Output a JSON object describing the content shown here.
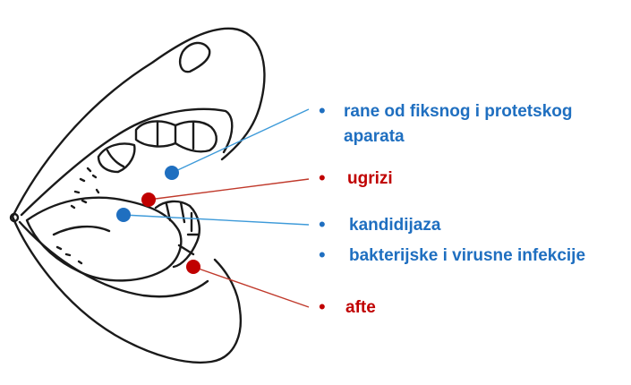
{
  "colors": {
    "blue": "#1f6fc0",
    "red": "#c00000",
    "outline": "#1a1a1a",
    "blue_line": "#3d9ad9",
    "red_line": "#c0392b"
  },
  "labels": [
    {
      "lines": [
        "rane od fiksnog i protetskog",
        "aparata"
      ],
      "color": "blue"
    },
    {
      "lines": [
        "ugrizi"
      ],
      "color": "red"
    },
    {
      "lines": [
        "kandidijaza"
      ],
      "color": "blue"
    },
    {
      "lines": [
        "bakterijske i virusne infekcije"
      ],
      "color": "blue"
    },
    {
      "lines": [
        "afte"
      ],
      "color": "red"
    }
  ],
  "markers": [
    {
      "target": "rane od fiksnog i protetskog aparata",
      "color": "blue"
    },
    {
      "target": "ugrizi",
      "color": "red"
    },
    {
      "target": "kandidijaza / bakterijske i virusne infekcije",
      "color": "blue"
    },
    {
      "target": "afte",
      "color": "red"
    }
  ]
}
